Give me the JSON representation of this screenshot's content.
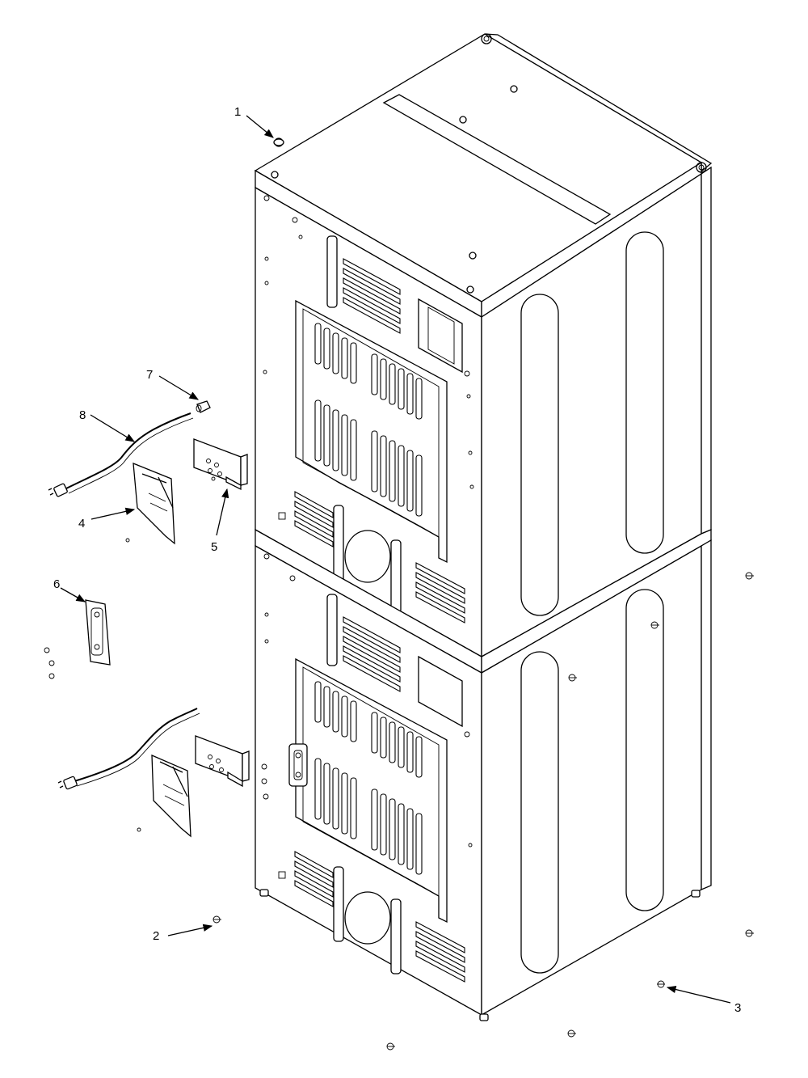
{
  "callouts": [
    {
      "id": "callout-1",
      "label": "1"
    },
    {
      "id": "callout-2",
      "label": "2"
    },
    {
      "id": "callout-3",
      "label": "3"
    },
    {
      "id": "callout-4",
      "label": "4"
    },
    {
      "id": "callout-5",
      "label": "5"
    },
    {
      "id": "callout-6",
      "label": "6"
    },
    {
      "id": "callout-7",
      "label": "7"
    },
    {
      "id": "callout-8",
      "label": "8"
    }
  ]
}
